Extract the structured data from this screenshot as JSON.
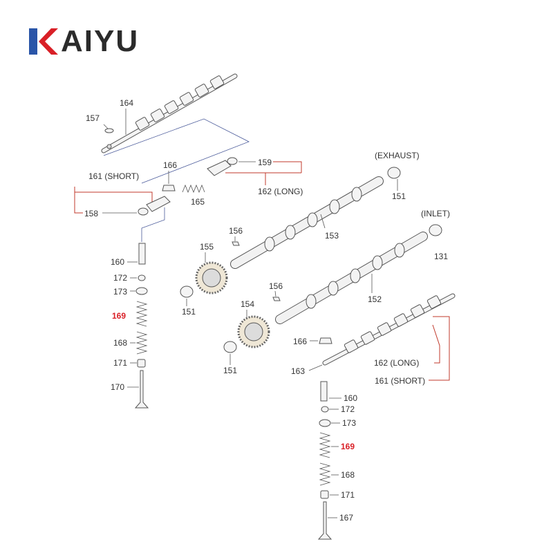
{
  "brand": {
    "name": "AIYU",
    "accent": "#d92027",
    "accent2": "#2a55a8"
  },
  "highlight_color": "#d92027",
  "labels": {
    "l157": "157",
    "l164": "164",
    "l161_short_top": "161 (SHORT)",
    "l166_top": "166",
    "l158": "158",
    "l165": "165",
    "l159": "159",
    "l162_long_top": "162 (LONG)",
    "l160_left": "160",
    "l172_left": "172",
    "l173_left": "173",
    "l169_left": "169",
    "l168_left": "168",
    "l171_left": "171",
    "l170": "170",
    "l155": "155",
    "l156_top": "156",
    "l151_a": "151",
    "l154": "154",
    "l156_b": "156",
    "l151_b": "151",
    "l153": "153",
    "l152": "152",
    "exhaust": "(EXHAUST)",
    "l151_exh": "151",
    "inlet": "(INLET)",
    "l131": "131",
    "l166_right": "166",
    "l163": "163",
    "l162_long_right": "162 (LONG)",
    "l161_short_right": "161 (SHORT)",
    "l160_right": "160",
    "l172_right": "172",
    "l173_right": "173",
    "l169_right": "169",
    "l168_right": "168",
    "l171_right": "171",
    "l167": "167"
  }
}
